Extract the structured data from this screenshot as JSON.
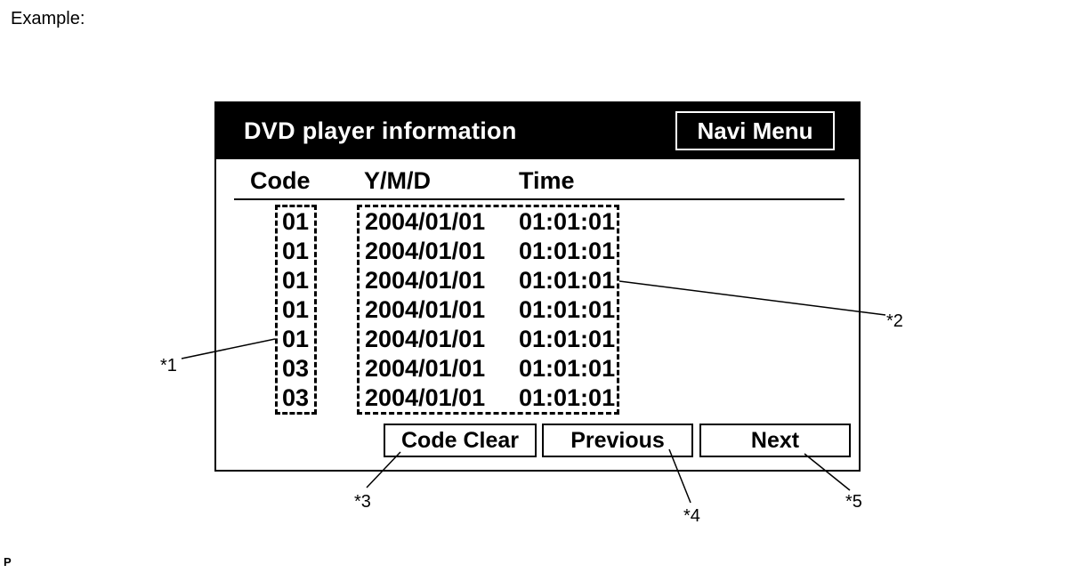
{
  "caption": "Example:",
  "corner_mark": "P",
  "screen": {
    "title": "DVD player information",
    "navi_button": "Navi Menu",
    "headers": {
      "code": "Code",
      "date": "Y/M/D",
      "time": "Time"
    },
    "rows": [
      {
        "code": "01",
        "date": "2004/01/01",
        "time": "01:01:01"
      },
      {
        "code": "01",
        "date": "2004/01/01",
        "time": "01:01:01"
      },
      {
        "code": "01",
        "date": "2004/01/01",
        "time": "01:01:01"
      },
      {
        "code": "01",
        "date": "2004/01/01",
        "time": "01:01:01"
      },
      {
        "code": "01",
        "date": "2004/01/01",
        "time": "01:01:01"
      },
      {
        "code": "03",
        "date": "2004/01/01",
        "time": "01:01:01"
      },
      {
        "code": "03",
        "date": "2004/01/01",
        "time": "01:01:01"
      }
    ],
    "buttons": {
      "code_clear": "Code Clear",
      "previous": "Previous",
      "next": "Next"
    }
  },
  "callouts": [
    "*1",
    "*2",
    "*3",
    "*4",
    "*5"
  ]
}
